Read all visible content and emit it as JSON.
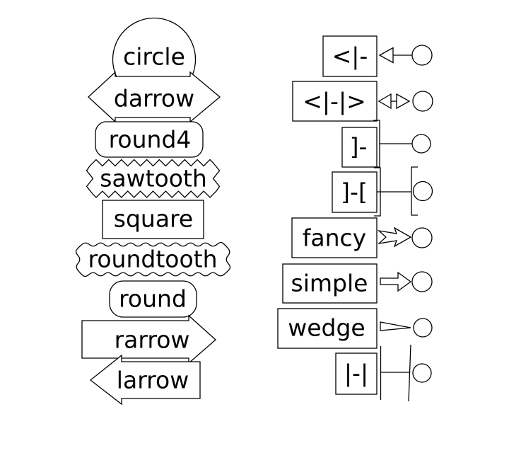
{
  "colors": {
    "background": "#ffffff",
    "stroke": "#000000",
    "text": "#000000"
  },
  "box_styles": {
    "items": [
      {
        "label": "circle"
      },
      {
        "label": "darrow"
      },
      {
        "label": "round4"
      },
      {
        "label": "sawtooth"
      },
      {
        "label": "square"
      },
      {
        "label": "roundtooth"
      },
      {
        "label": "round"
      },
      {
        "label": "rarrow"
      },
      {
        "label": "larrow"
      }
    ]
  },
  "arrow_styles": {
    "items": [
      {
        "label": "<|-"
      },
      {
        "label": "<|-|>"
      },
      {
        "label": "]-"
      },
      {
        "label": "]-["
      },
      {
        "label": "fancy"
      },
      {
        "label": "simple"
      },
      {
        "label": "wedge"
      },
      {
        "label": "|-|"
      }
    ]
  }
}
